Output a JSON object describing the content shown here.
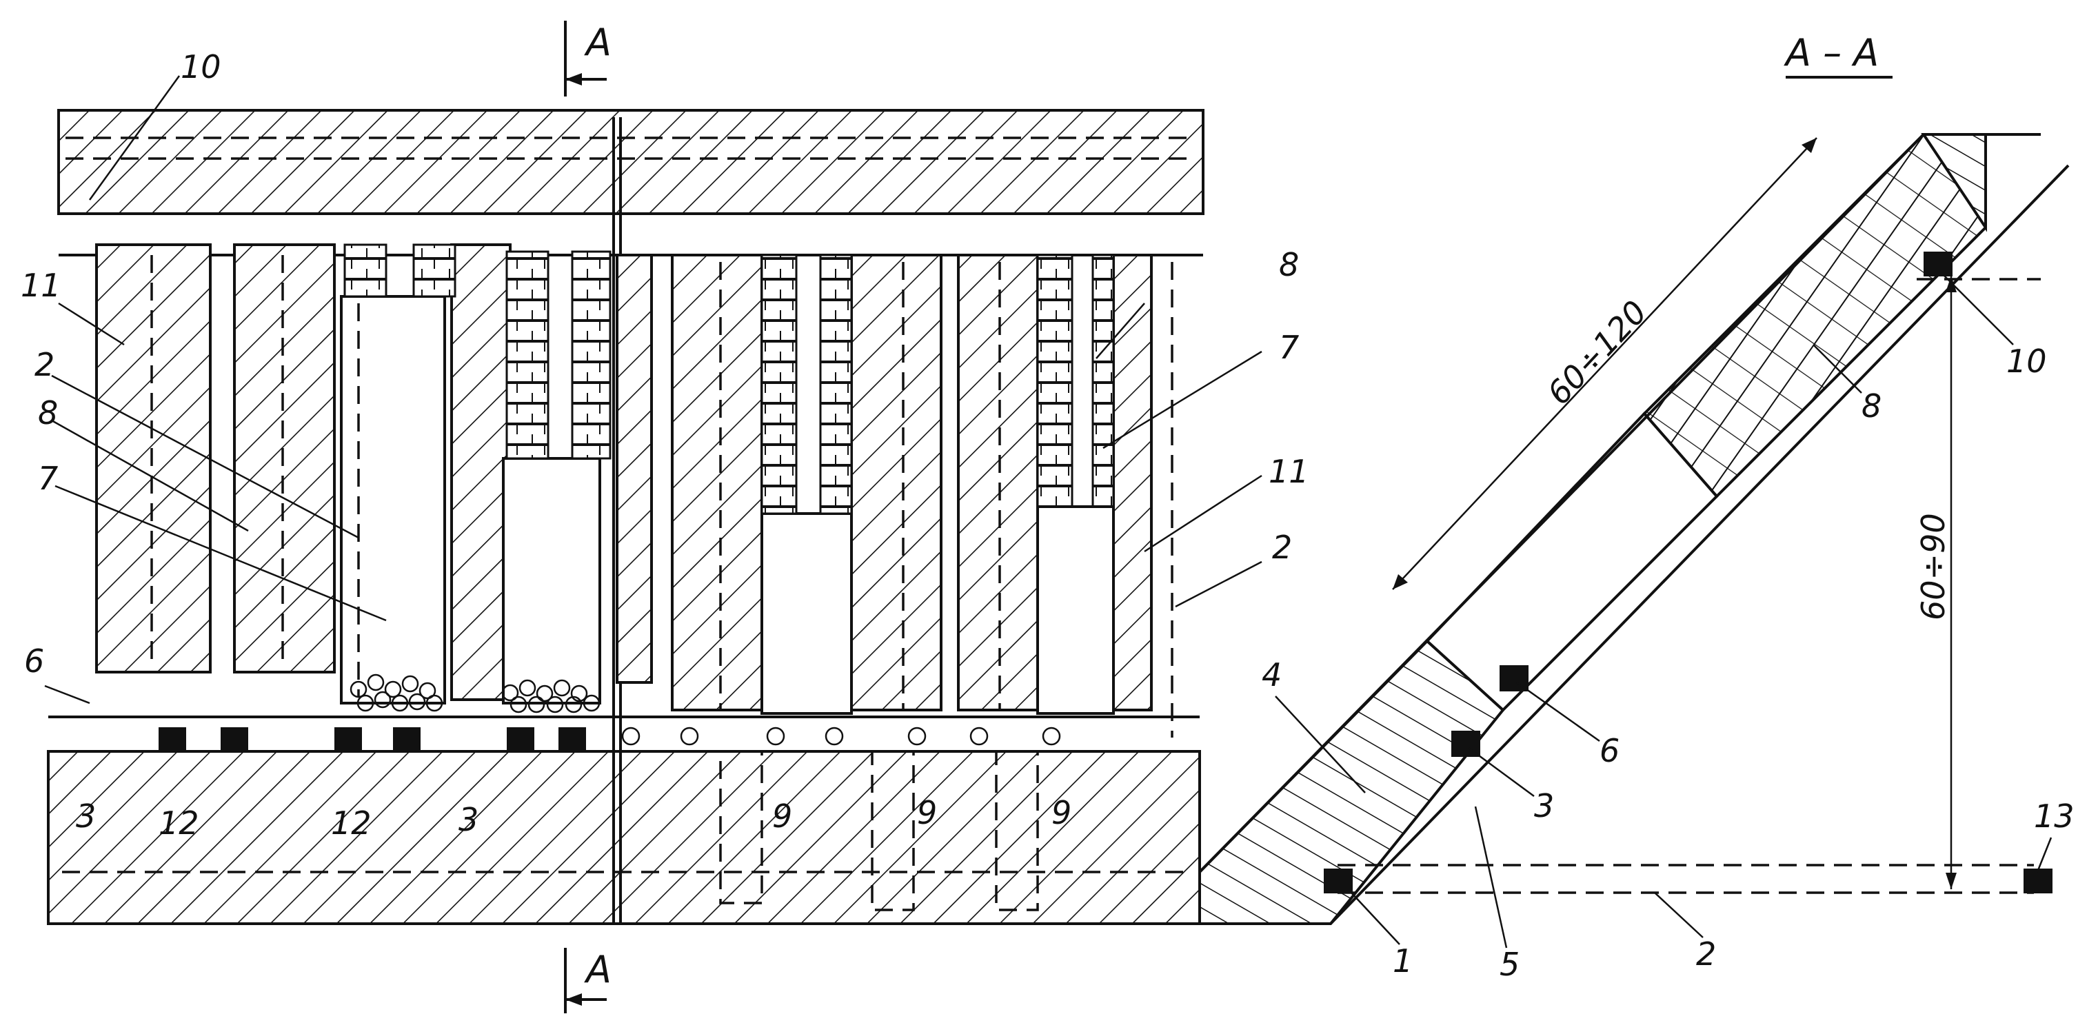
{
  "section_mark": "A",
  "section_title": "A – A",
  "dimension_length": "60÷120",
  "dimension_height": "60÷90",
  "plan_labels": [
    {
      "id": "10",
      "text": "10"
    },
    {
      "id": "11",
      "text": "11"
    },
    {
      "id": "2",
      "text": "2"
    },
    {
      "id": "8",
      "text": "8"
    },
    {
      "id": "7",
      "text": "7"
    },
    {
      "id": "6",
      "text": "6"
    },
    {
      "id": "3",
      "text": "3"
    },
    {
      "id": "12",
      "text": "12"
    },
    {
      "id": "12b",
      "text": "12"
    },
    {
      "id": "3b",
      "text": "3"
    },
    {
      "id": "9",
      "text": "9"
    },
    {
      "id": "9b",
      "text": "9"
    },
    {
      "id": "9c",
      "text": "9"
    },
    {
      "id": "8r",
      "text": "8"
    },
    {
      "id": "7r",
      "text": "7"
    },
    {
      "id": "11r",
      "text": "11"
    },
    {
      "id": "2r",
      "text": "2"
    }
  ],
  "section_labels": [
    {
      "id": "4",
      "text": "4"
    },
    {
      "id": "6",
      "text": "6"
    },
    {
      "id": "3",
      "text": "3"
    },
    {
      "id": "1",
      "text": "1"
    },
    {
      "id": "5",
      "text": "5"
    },
    {
      "id": "2",
      "text": "2"
    },
    {
      "id": "8",
      "text": "8"
    },
    {
      "id": "10",
      "text": "10"
    },
    {
      "id": "13",
      "text": "13"
    }
  ]
}
